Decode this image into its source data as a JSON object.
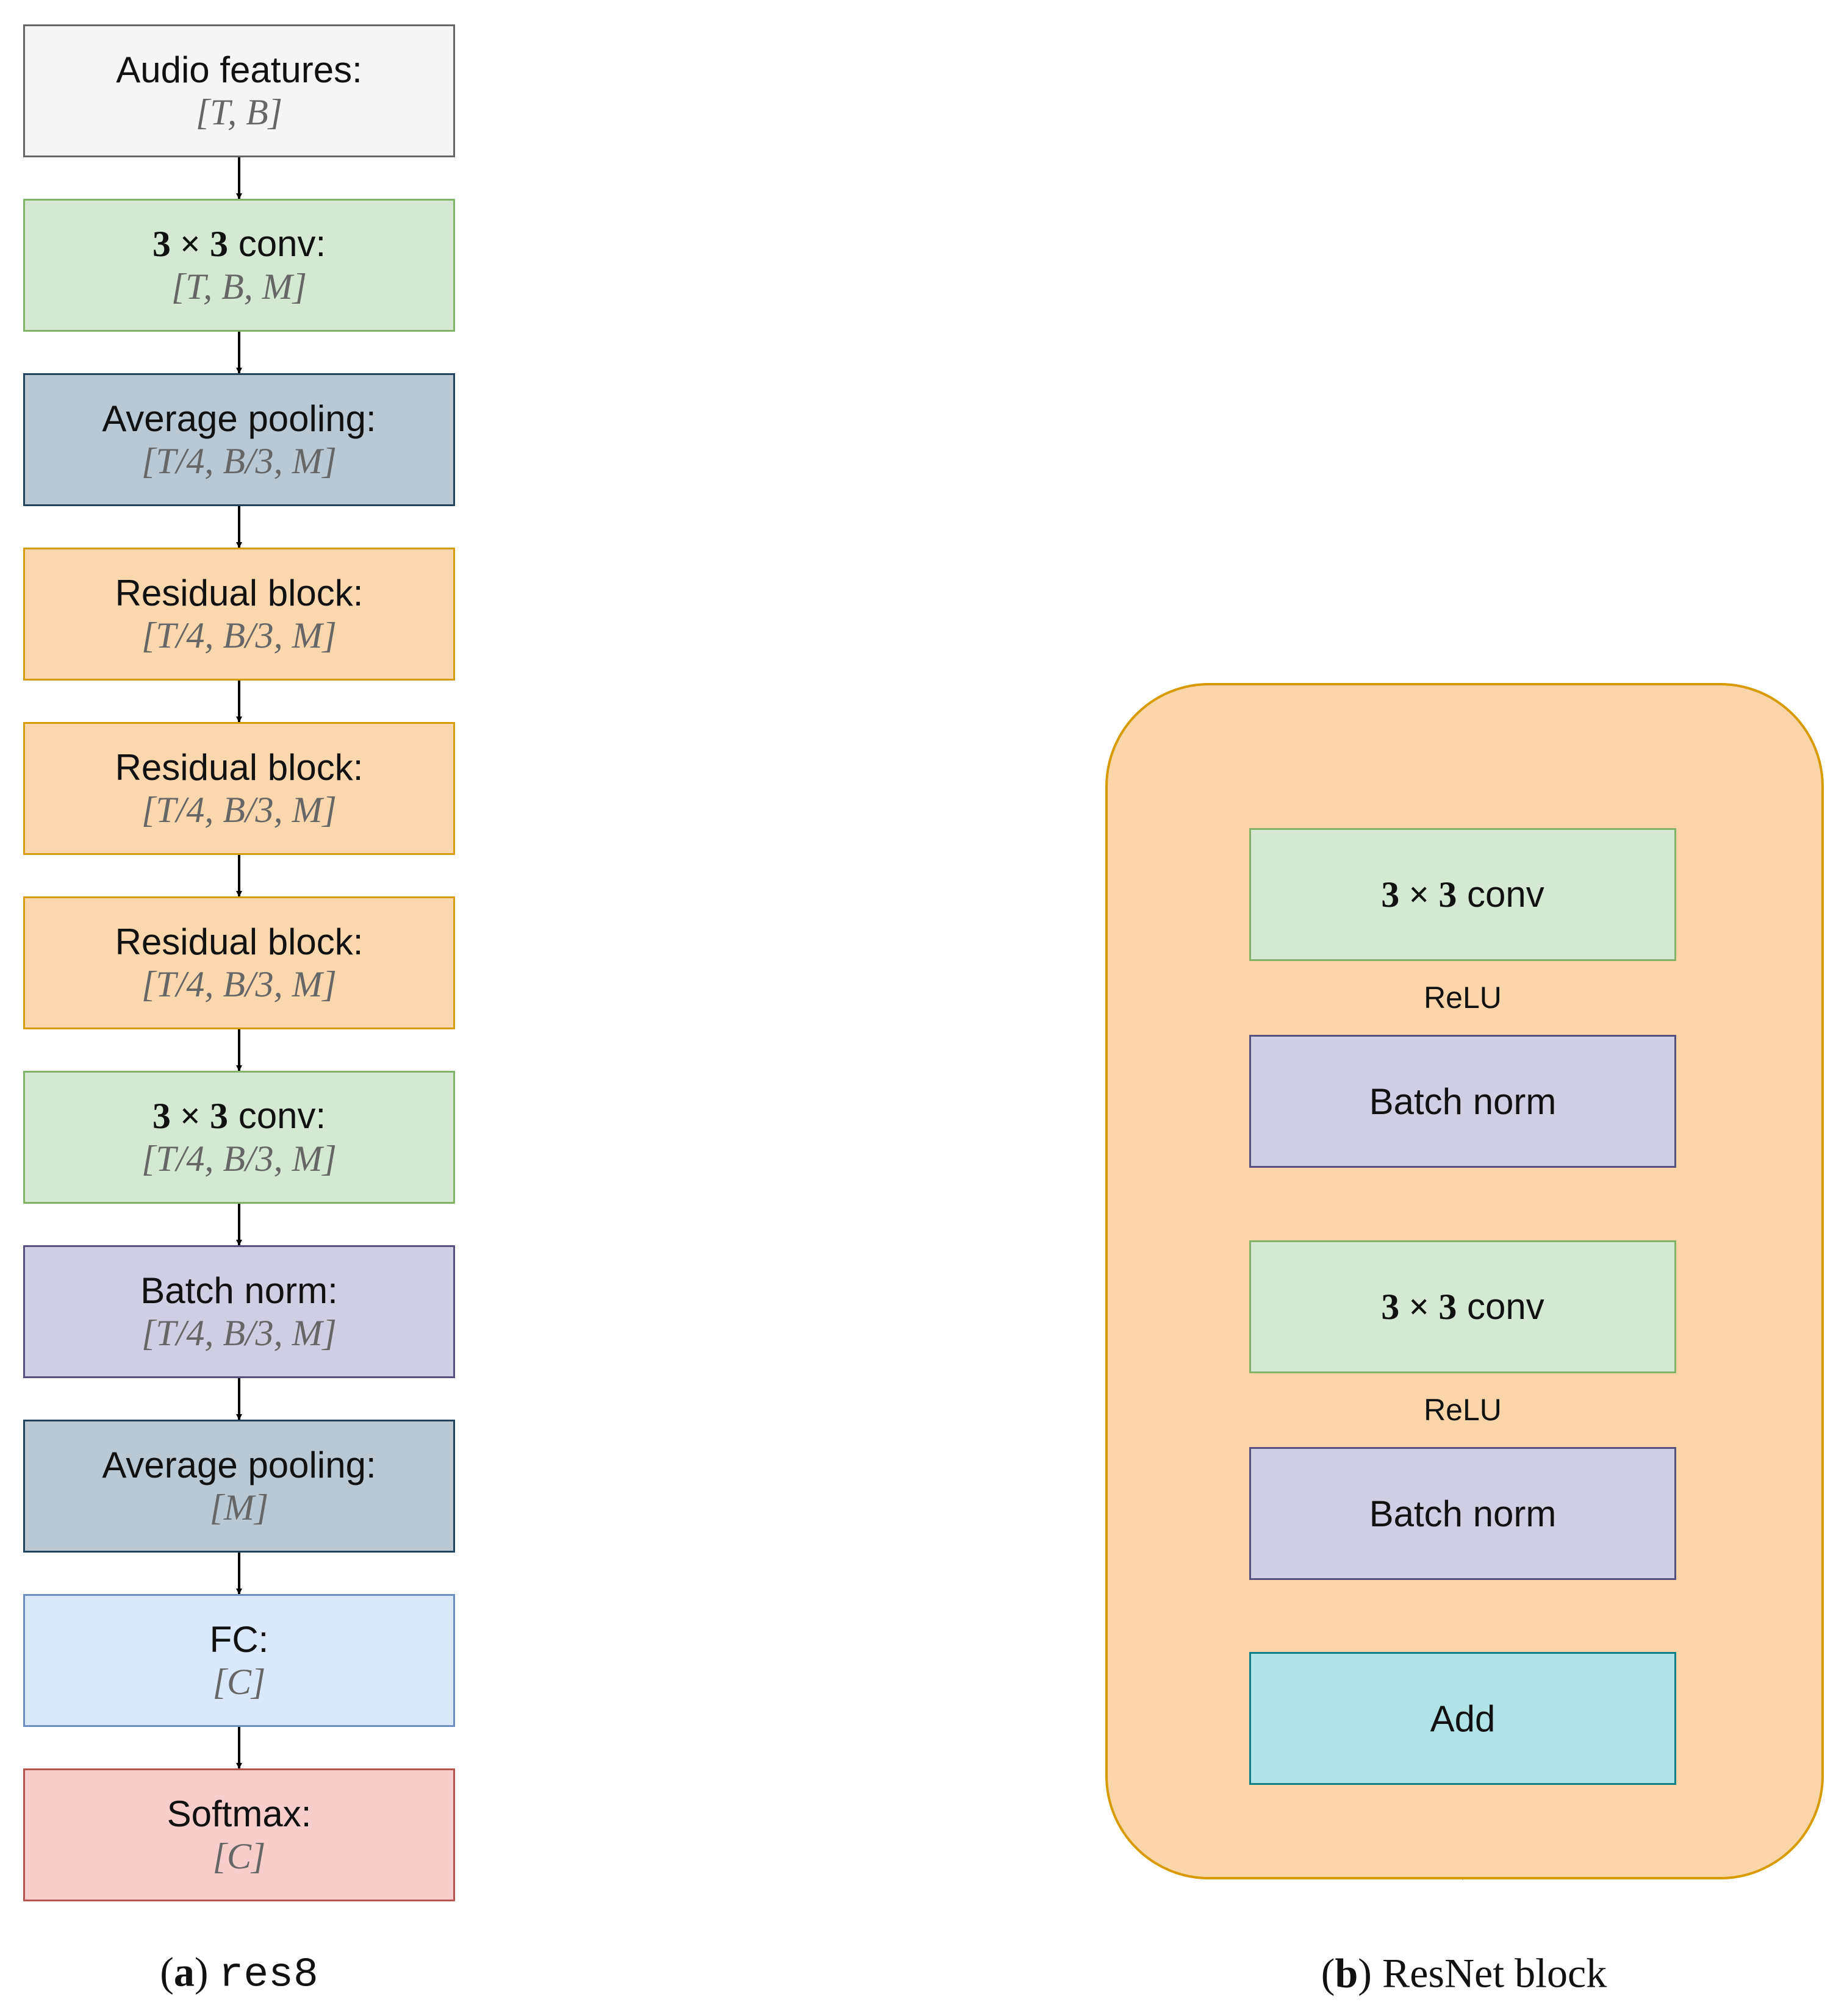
{
  "colors": {
    "input": "#f5f5f5",
    "conv": "#d5e8d4",
    "pool": "#bac8d3",
    "residual": "#fad7ac",
    "batchnorm": "#d0cee2",
    "fc": "#dae8fc",
    "softmax": "#f8cecc",
    "add": "#b0e3e6"
  },
  "res8": {
    "blocks": [
      {
        "name": "audio-features-block",
        "label": "Audio features: ",
        "math": "[T, B]"
      },
      {
        "name": "conv-block-1",
        "prefix": "3 × 3",
        "label": " conv: ",
        "math": "[T, B, M]"
      },
      {
        "name": "avg-pool-block-1",
        "label": "Average pooling:",
        "math": "[T/4, B/3, M]"
      },
      {
        "name": "residual-block-1",
        "label": "Residual block:",
        "math": "[T/4, B/3, M]"
      },
      {
        "name": "residual-block-2",
        "label": "Residual block:",
        "math": "[T/4, B/3, M]"
      },
      {
        "name": "residual-block-3",
        "label": "Residual block:",
        "math": "[T/4, B/3, M]"
      },
      {
        "name": "conv-block-2",
        "prefix": "3 × 3",
        "label": " conv:",
        "math": "[T/4, B/3, M]"
      },
      {
        "name": "batch-norm-block",
        "label": "Batch norm:",
        "math": "[T/4, B/3, M]"
      },
      {
        "name": "avg-pool-block-2",
        "label": "Average pooling: ",
        "math": "[M]"
      },
      {
        "name": "fc-block",
        "label": "FC: ",
        "math": "[C]"
      },
      {
        "name": "softmax-block",
        "label": "Softmax: ",
        "math": "[C]"
      }
    ],
    "caption": {
      "letter": "a",
      "name": "res8"
    }
  },
  "resnet": {
    "conv1": {
      "prefix": "3 × 3",
      "label": " conv"
    },
    "relu1": "ReLU",
    "bn1": "Batch norm",
    "conv2": {
      "prefix": "3 × 3",
      "label": " conv"
    },
    "relu2": "ReLU",
    "bn2": "Batch norm",
    "add": "Add",
    "caption": {
      "letter": "b",
      "name": "ResNet block"
    }
  }
}
